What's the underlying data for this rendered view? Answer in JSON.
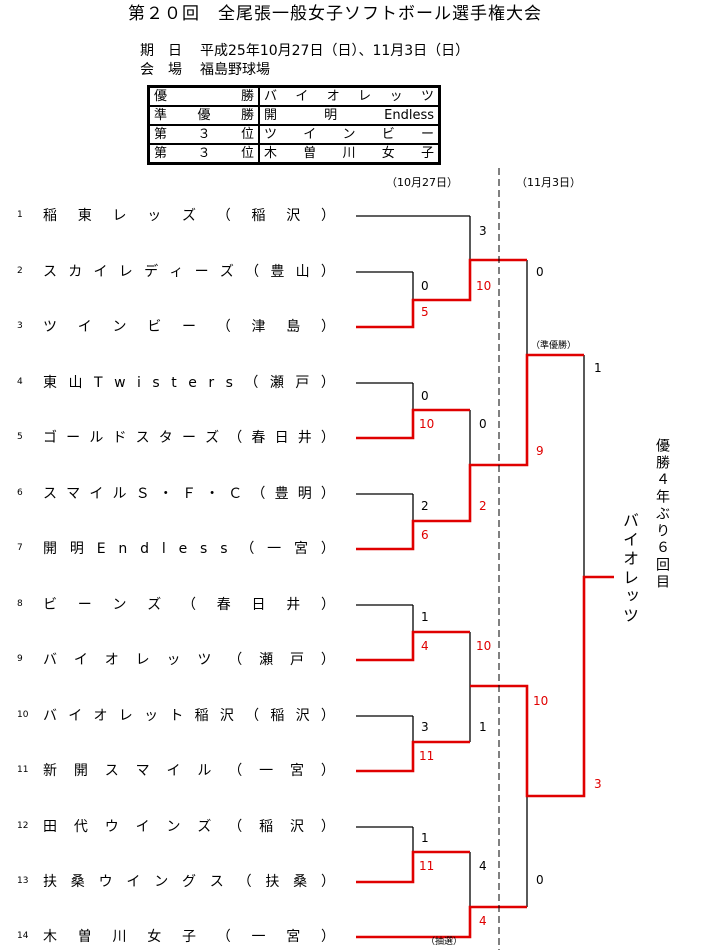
{
  "title": "第２０回　全尾張一般女子ソフトボール選手権大会",
  "info": {
    "dates_label": "期　日",
    "dates_value": "平成25年10月27日（日）、11月3日（日）",
    "venue_label": "会　場",
    "venue_value": "福島野球場"
  },
  "results": [
    {
      "place": "優勝",
      "team": "バイオレッツ"
    },
    {
      "place": "準優勝",
      "team": "開明 Endless"
    },
    {
      "place": "第３位",
      "team": "ツインビー"
    },
    {
      "place": "第３位",
      "team": "木曽川女子"
    }
  ],
  "dates": {
    "day1": "（10月27日）",
    "day2": "（11月3日）"
  },
  "teams": [
    {
      "num": "1",
      "name": "稲東レッズ",
      "pref": "（稲沢）"
    },
    {
      "num": "2",
      "name": "スカイレディーズ",
      "pref": "（豊山）"
    },
    {
      "num": "3",
      "name": "ツインビー",
      "pref": "（津島）"
    },
    {
      "num": "4",
      "name": "東山Twisters",
      "pref": "（瀬戸）"
    },
    {
      "num": "5",
      "name": "ゴールドスターズ",
      "pref": "（春日井）"
    },
    {
      "num": "6",
      "name": "スマイルＳ・Ｆ・Ｃ",
      "pref": "（豊明）"
    },
    {
      "num": "7",
      "name": "開明Endless",
      "pref": "（一宮）"
    },
    {
      "num": "8",
      "name": "ビーンズ",
      "pref": "（春日井）"
    },
    {
      "num": "9",
      "name": "バイオレッツ",
      "pref": "（瀬戸）"
    },
    {
      "num": "10",
      "name": "バイオレット稲沢",
      "pref": "（稲沢）"
    },
    {
      "num": "11",
      "name": "新開スマイル",
      "pref": "（一宮）"
    },
    {
      "num": "12",
      "name": "田代ウインズ",
      "pref": "（稲沢）"
    },
    {
      "num": "13",
      "name": "扶桑ウイングス",
      "pref": "（扶桑）"
    },
    {
      "num": "14",
      "name": "木曽川女子",
      "pref": "（一宮）"
    }
  ],
  "scores": {
    "r1_t2": "0",
    "r1_t3": "5",
    "r1_t4": "0",
    "r1_t5": "10",
    "r1_t6": "2",
    "r1_t7": "6",
    "r1_t8": "1",
    "r1_t9": "4",
    "r1_t10": "3",
    "r1_t11": "11",
    "r1_t12": "1",
    "r1_t13": "11",
    "r2_t1": "3",
    "r2_t3": "10",
    "r2_t5": "0",
    "r2_t7": "2",
    "r2_t9": "10",
    "r2_t11": "1",
    "r2_t13": "4",
    "r2_t14": "4",
    "sf_top": "0",
    "sf_tsb": "9",
    "sf_vio": "10",
    "sf_bot": "0",
    "final_top": "1",
    "final_bot": "3"
  },
  "notes": {
    "runner_up": "（準優勝）",
    "lottery": "（抽選）"
  },
  "champion": {
    "name": "バイオレッツ",
    "caption": "優勝４年ぶり６回目"
  },
  "colors": {
    "win": "#e00000",
    "line": "#000000"
  }
}
